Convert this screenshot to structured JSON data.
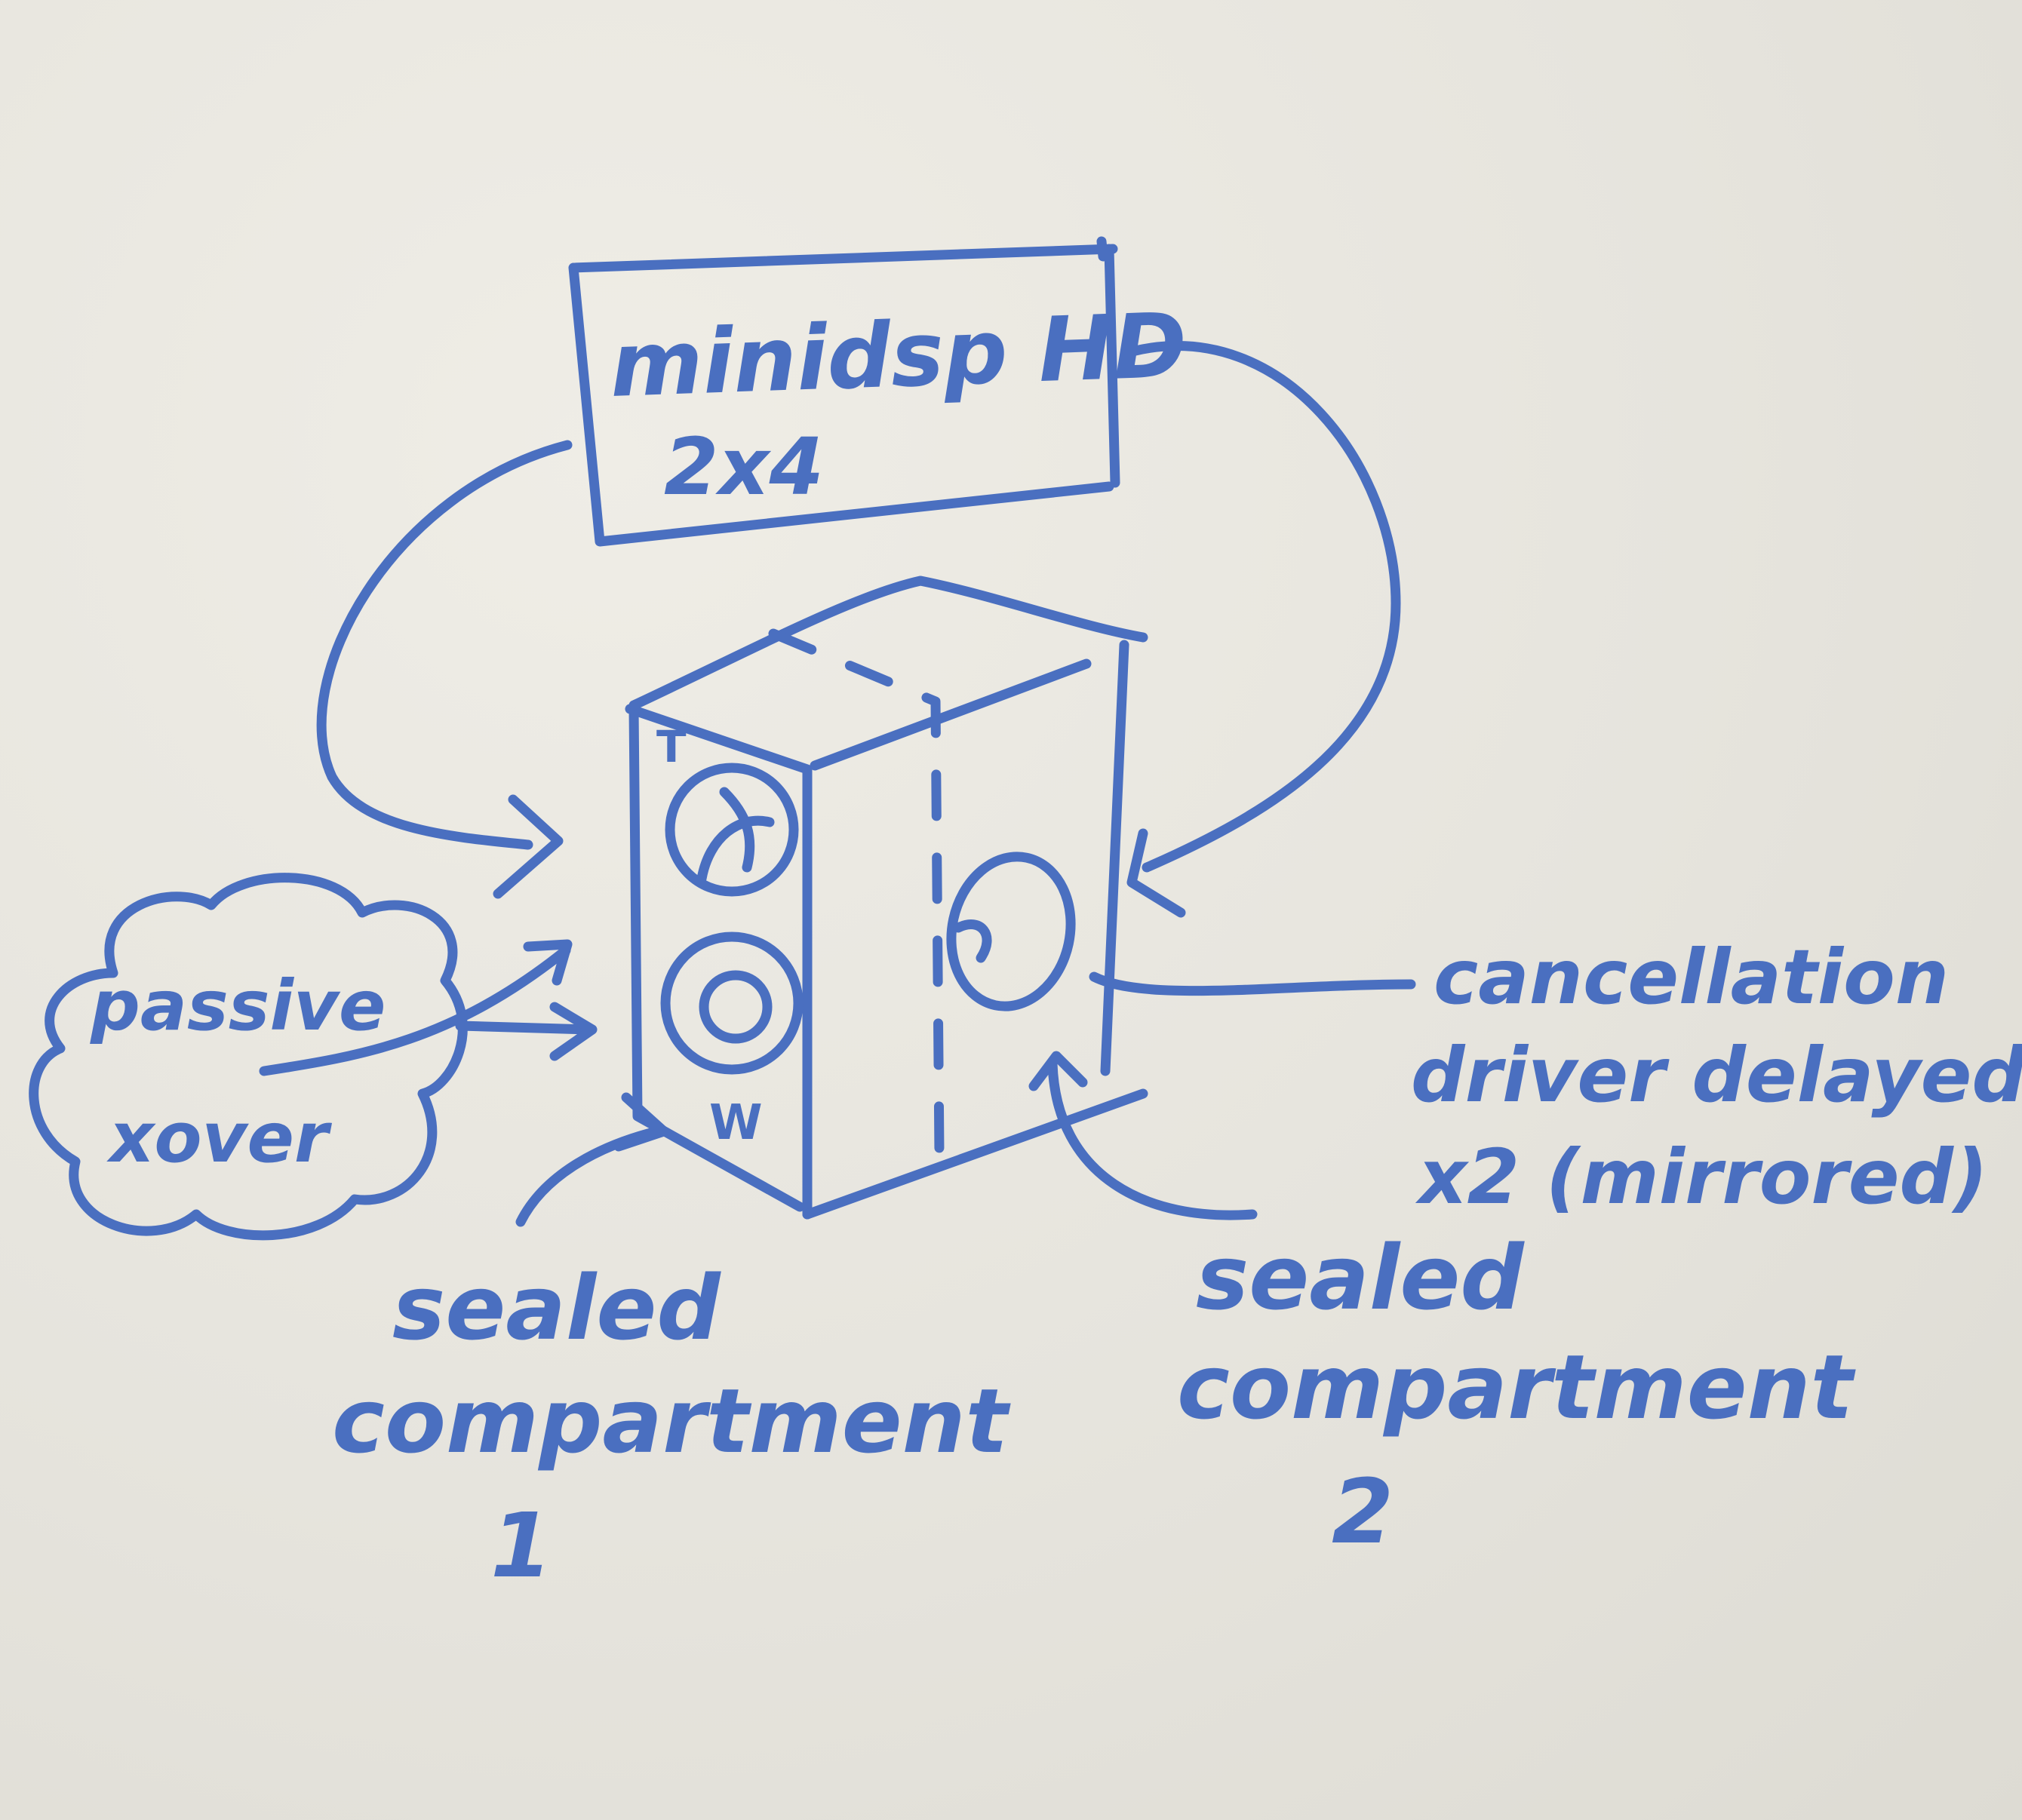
{
  "colors": {
    "board": "#e8e6df",
    "ink": "#4a6fc0"
  },
  "minidsp_box": {
    "line1": "minidsp HD",
    "line2": "2x4"
  },
  "crossover_cloud": {
    "line1": "passive",
    "line2": "xover"
  },
  "speaker": {
    "tweeter_label": "T",
    "woofer_label": "W"
  },
  "labels": {
    "cancellation": {
      "line1": "cancellation",
      "line2": "driver delayed",
      "line3": "x2 (mirrored)"
    },
    "compartment_1": {
      "line1": "sealed",
      "line2": "compartment",
      "line3": "1"
    },
    "compartment_2": {
      "line1": "sealed",
      "line2": "compartment",
      "line3": "2"
    }
  }
}
